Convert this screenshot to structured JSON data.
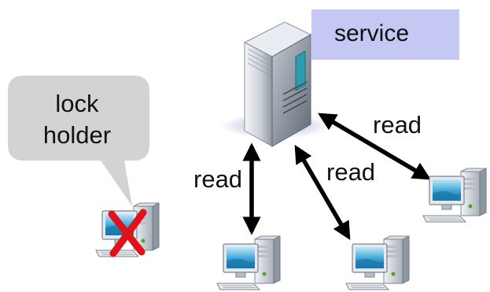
{
  "diagram": {
    "service_label": "service",
    "lock_holder": {
      "line1": "lock",
      "line2": "holder"
    },
    "read_labels": [
      "read",
      "read",
      "read"
    ]
  },
  "colors": {
    "service_box": "#c5c8f3",
    "bubble": "#d3d3d3",
    "failure_cross": "#e0121b",
    "arrow": "#000000",
    "screen": "#3aa5d6"
  },
  "icons": {
    "server": "server-tower-icon",
    "client": "desktop-computer-icon",
    "failed_client": "desktop-computer-failed-icon",
    "cross": "red-x-icon"
  }
}
